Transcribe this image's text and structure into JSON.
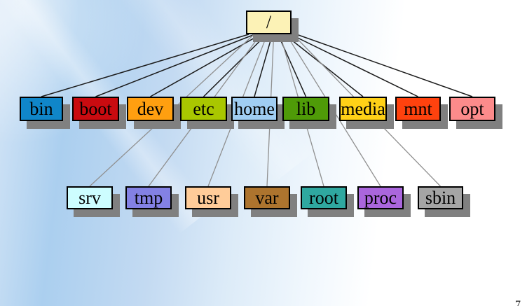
{
  "slide": {
    "page_number": "7"
  },
  "style": {
    "shadow_color": "#808080",
    "level1_line_color": "#1b1b1b",
    "level2_line_color": "#909090"
  },
  "tree": {
    "root": {
      "label": "/",
      "color": "#fcf2b6"
    },
    "level1": [
      {
        "label": "bin",
        "color": "#1086c9"
      },
      {
        "label": "boot",
        "color": "#c90b10"
      },
      {
        "label": "dev",
        "color": "#ff9f10"
      },
      {
        "label": "etc",
        "color": "#a9c700"
      },
      {
        "label": "home",
        "color": "#a0cdf2"
      },
      {
        "label": "lib",
        "color": "#4f9b08"
      },
      {
        "label": "media",
        "color": "#ffd117"
      },
      {
        "label": "mnt",
        "color": "#ff420e"
      },
      {
        "label": "opt",
        "color": "#fc8b8b"
      }
    ],
    "level2": [
      {
        "label": "srv",
        "color": "#cdfdff"
      },
      {
        "label": "tmp",
        "color": "#8381e4"
      },
      {
        "label": "usr",
        "color": "#ffcc99"
      },
      {
        "label": "var",
        "color": "#ad742e"
      },
      {
        "label": "root",
        "color": "#2fa8a0"
      },
      {
        "label": "proc",
        "color": "#aa66dd"
      },
      {
        "label": "sbin",
        "color": "#a5a5a5"
      }
    ]
  }
}
